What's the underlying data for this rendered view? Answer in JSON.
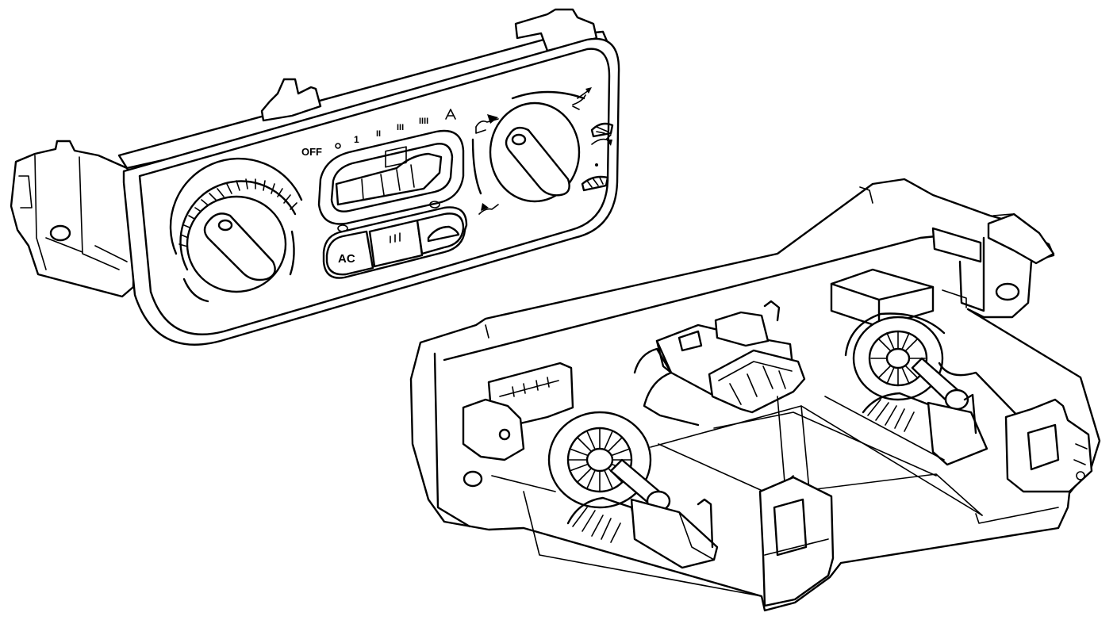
{
  "front_panel": {
    "fan_labels": {
      "off": "OFF",
      "speed_1": "1",
      "speed_2": "II",
      "speed_3": "III",
      "speed_4": "IIII"
    },
    "buttons": {
      "ac_label": "AC"
    }
  },
  "colors": {
    "line": "#000000",
    "background": "#ffffff"
  },
  "icons": {
    "ac_button": "ac-button",
    "rear_defrost": "rear-defrost-icon",
    "recirculation": "recirculation-icon",
    "windshield_defrost": "windshield-defrost-icon",
    "face_vent": "face-vent-icon",
    "floor_vent": "floor-vent-icon",
    "bi_level_vent": "bi-level-vent-icon",
    "defrost_floor_vent": "defrost-floor-vent-icon"
  }
}
